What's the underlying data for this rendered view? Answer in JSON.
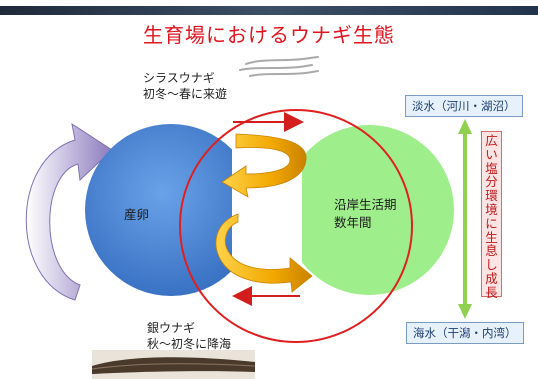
{
  "slide": {
    "title": "生育場におけるウナギ生態",
    "glass_eel_label": [
      "シラスウナギ",
      "初冬～春に来遊"
    ],
    "silver_eel_label": [
      "銀ウナギ",
      "秋～初冬に降海"
    ],
    "spawning_label": "産卵",
    "coastal_label": [
      "沿岸生活期",
      "数年間"
    ],
    "freshwater_label": "淡水（河川・湖沼）",
    "seawater_label": "海水（干潟・内湾）",
    "salinity_label": "広い塩分環境に生息し成長"
  },
  "colors": {
    "title": "#e0141e",
    "ocean_circle": "#4f86d4",
    "coastal_circle": "#9fee8c",
    "migration_loop": "#f2a800",
    "range_circle": "#e02020",
    "salinity_arrow": "#8fd050"
  },
  "icons": [
    "glass-eel-icon",
    "silver-eel-photo",
    "cycle-arrow-icon"
  ]
}
